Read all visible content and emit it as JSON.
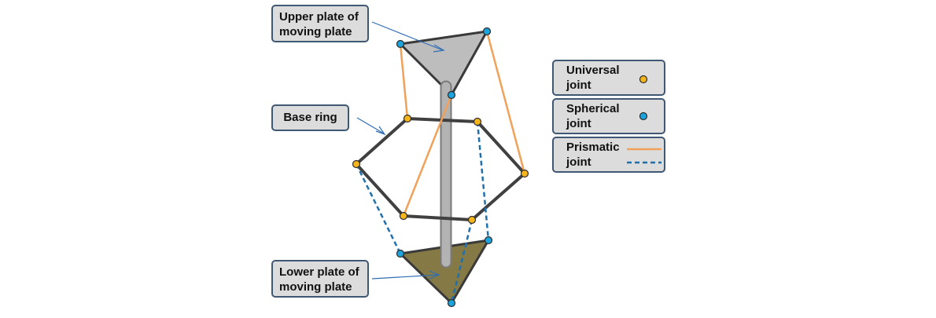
{
  "labels": {
    "upper_plate": "Upper plate of moving plate",
    "base_ring": "Base ring",
    "lower_plate": "Lower plate of moving plate"
  },
  "legend": {
    "universal": "Universal joint",
    "spherical": "Spherical joint",
    "prismatic": "Prismatic joint"
  },
  "colors": {
    "universal_joint": "#f5b51b",
    "spherical_joint": "#1ca3dc",
    "prismatic_solid": "#f0a15a",
    "prismatic_dashed": "#1f6fad",
    "base_ring": "#404040",
    "upper_plate": "#bdbdbd",
    "lower_plate": "#857a45",
    "shaft": "#b3b3b3",
    "callout_border": "#3f5873"
  }
}
